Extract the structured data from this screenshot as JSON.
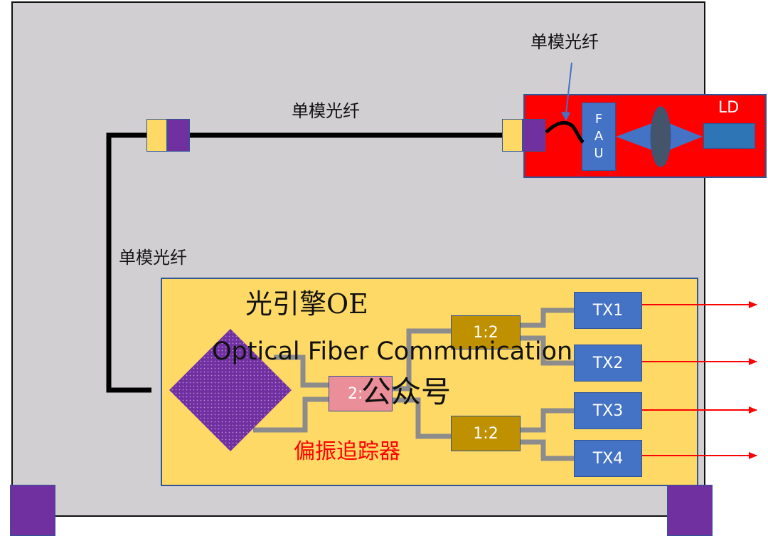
{
  "fiber_labels": {
    "top": "单模光纤",
    "middle": "单模光纤",
    "left": "单模光纤"
  },
  "laser": {
    "ld_label": "LD",
    "fau_letters": [
      "F",
      "A",
      "U"
    ]
  },
  "optical_engine": {
    "title": "光引擎OE",
    "polarization_tracker_label": "偏振追踪器",
    "combiner_label": "2:",
    "splitters": [
      "1:2",
      "1:2"
    ],
    "transmitters": [
      "TX1",
      "TX2",
      "TX3",
      "TX4"
    ]
  },
  "watermark": {
    "line1": "Optical Fiber Communication",
    "line2": "公众号"
  },
  "colors": {
    "package": "#d2cfd2",
    "laser_box": "#ff0000",
    "oe_box": "#ffd966",
    "tx": "#4472c4",
    "splitter": "#bf9000",
    "combiner": "#ea8e99",
    "tracker": "#7030a0",
    "fiber": "#000000",
    "waveguide": "#8c8c8c",
    "output_arrow": "#ff0000"
  }
}
